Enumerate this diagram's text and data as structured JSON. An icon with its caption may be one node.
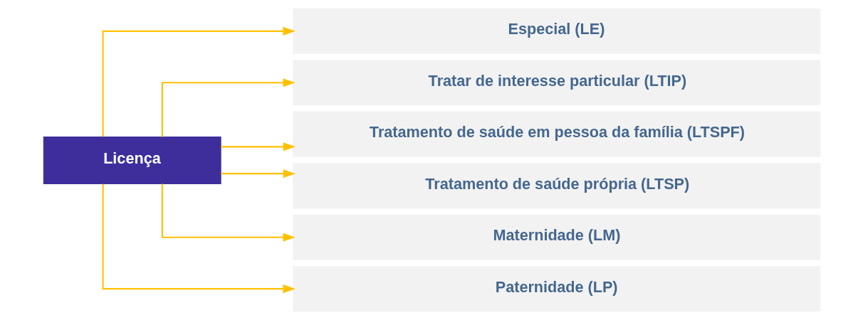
{
  "diagram": {
    "nodes": [
      {
        "text": [
          "Licença"
        ]
      },
      {
        "text": [
          "Especial (LE)"
        ]
      },
      {
        "text": [
          "Tratar de interesse particular (LTIP)"
        ]
      },
      {
        "text": [
          "Tratamento de saúde em pessoa da família (LTSPF)"
        ]
      },
      {
        "text": [
          "Tratamento de saúde própria (LTSP)"
        ]
      },
      {
        "text": [
          "Maternidade (LM)"
        ]
      },
      {
        "text": [
          "Paternidade (LP)"
        ]
      }
    ],
    "edges": [
      {
        "from": 0,
        "to": 1,
        "arrow": "to"
      },
      {
        "from": 0,
        "to": 2,
        "arrow": "to"
      },
      {
        "from": 0,
        "to": 3,
        "arrow": "to"
      },
      {
        "from": 0,
        "to": 4,
        "arrow": "to"
      },
      {
        "from": 0,
        "to": 5,
        "arrow": "to"
      },
      {
        "from": 0,
        "to": 6,
        "arrow": "to"
      }
    ]
  }
}
